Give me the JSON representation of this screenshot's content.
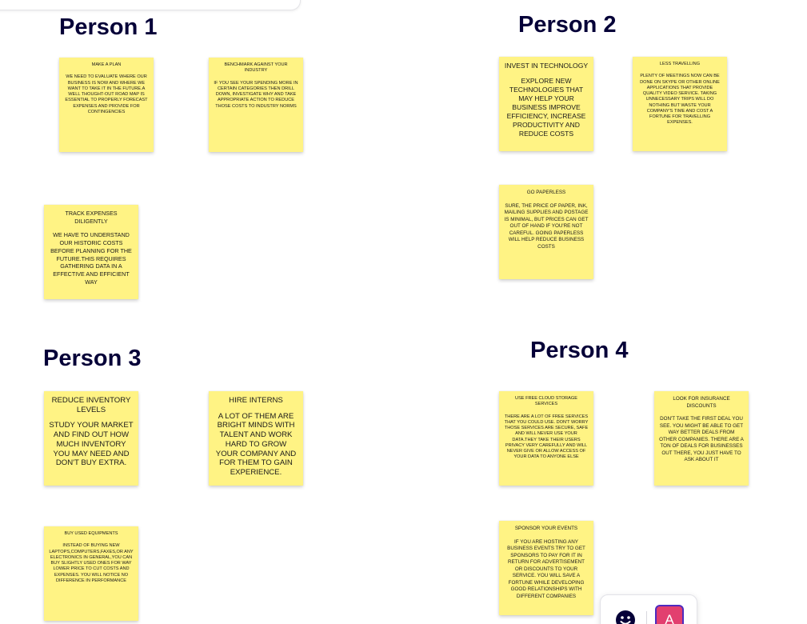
{
  "groups": [
    {
      "title": "Person 1",
      "notes": [
        {
          "title": "MAKE A PLAN",
          "body": "WE NEED TO EVALUATE WHERE OUR BUSINESS IS NOW AND WHERE WE WANT TO TAKE IT IN THE FUTURE.A WELL THOUGHT-OUT ROAD MAP IS ESSENTIAL TO PROPERLY FORECAST EXPENSES AND PROVIDE FOR CONTINGENCIES"
        },
        {
          "title": "BENCHMARK AGAINST YOUR INDUSTRY",
          "body": "IF YOU SEE YOUR SPENDING MORE IN CERTAIN CATEGORIES THEN DRILL DOWN, INVESTIGATE WHY AND TAKE APPROPRIATE ACTION TO REDUCE THOSE COSTS TO INDUSTRY NORMS"
        },
        {
          "title": "TRACK EXPENSES DILIGENTLY",
          "body": "WE HAVE TO UNDERSTAND OUR HISTORIC COSTS BEFORE PLANNING FOR THE FUTURE.THIS REQUIRES GATHERING DATA IN A EFFECTIVE AND EFFICIENT WAY"
        }
      ]
    },
    {
      "title": "Person 2",
      "notes": [
        {
          "title": "INVEST IN TECHNOLOGY",
          "body": "EXPLORE NEW TECHNOLOGIES THAT MAY HELP YOUR BUSINESS IMPROVE EFFICIENCY, INCREASE PRODUCTIVITY AND REDUCE COSTS"
        },
        {
          "title": "LESS TRAVELLING",
          "body": "PLENTY OF MEETINGS NOW CAN BE DONE ON SKYPE OR OTHER ONLINE APPLICATIONS THAT PROVIDE QUALITY VIDEO SERVICE. TAKING UNNECESSARY TRIPS WILL DO NOTHING BUT WASTE YOUR COMPANY'S TIME AND COST A FORTUNE FOR TRAVELLING EXPENSES."
        },
        {
          "title": "GO PAPERLESS",
          "body": "SURE, THE PRICE OF PAPER, INK, MAILING SUPPLIES AND POSTAGE IS MINIMAL, BUT PRICES CAN GET OUT OF HAND IF YOU'RE NOT CAREFUL. GOING PAPERLESS WILL HELP REDUCE BUSINESS COSTS"
        }
      ]
    },
    {
      "title": "Person 3",
      "notes": [
        {
          "title": "REDUCE INVENTORY LEVELS",
          "body": "STUDY YOUR MARKET AND FIND OUT HOW MUCH INVENTORY YOU MAY NEED AND DON'T BUY EXTRA."
        },
        {
          "title": "HIRE INTERNS",
          "body": "A LOT OF THEM ARE BRIGHT MINDS WITH TALENT AND WORK HARD TO GROW YOUR COMPANY AND FOR THEM TO GAIN EXPERIENCE."
        },
        {
          "title": "BUY USED EQUIPMENTS",
          "body": "INSTEAD OF BUYING NEW LAPTOPS,COMPUTERS,FAXES,OR ANY ELECTRONICS IN GENERAL,YOU CAN BUY SLIGHTLY USED ONES FOR WAY LOWER PRICE TO CUT COSTS AND EXPENSES. YOU WILL NOTICE NO DIFFERENCE IN PERFORMANCE"
        }
      ]
    },
    {
      "title": "Person 4",
      "notes": [
        {
          "title": "USE FREE CLOUD STORAGE SERVICES",
          "body": "THERE ARE A LOT OF FREE SERVICES THAT YOU COULD USE. DON'T WORRY THOSE SERVICES ARE SECURE, SAFE AND WILL NEVER USE YOUR DATA.THEY TAKE THEIR USERS PRIVACY VERY CAREFULLY AND WILL NEVER GIVE OR ALLOW ACCESS OF YOUR DATA TO ANYONE ELSE"
        },
        {
          "title": "LOOK FOR INSURANCE DISCOUNTS",
          "body": "DON'T TAKE THE FIRST DEAL YOU SEE. YOU MIGHT BE ABLE TO GET WAY BETTER DEALS FROM OTHER COMPANIES. THERE ARE A TON OF DEALS FOR BUSINESSES OUT THERE, YOU JUST HAVE TO ASK ABOUT IT"
        },
        {
          "title": "SPONSOR YOUR EVENTS",
          "body": "IF YOU ARE HOSTING ANY BUSINESS EVENTS TRY TO GET SPONSORS TO PAY FOR IT IN RETURN FOR ADVERTISEMENT OR DISCOUNTS TO YOUR SERVICE. YOU WILL SAVE A FORTUNE WHILE DEVELOPING GOOD RELATIONSHIPS WITH DIFFERENT COMPANIES"
        }
      ]
    }
  ],
  "colors": {
    "sticky": "#fff384",
    "title_text": "#050038",
    "avatar_bg": "#e23f6f",
    "avatar_border": "#4e2bbf"
  },
  "reaction_bar": {
    "emoji_icon": "smiley-icon",
    "avatar_initial": "A"
  }
}
